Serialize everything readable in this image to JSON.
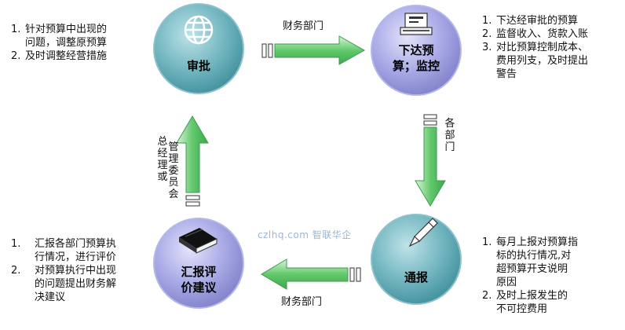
{
  "nodes": {
    "approve": {
      "title": "审批"
    },
    "issue": {
      "title_line1": "下达预",
      "title_line2": "算；监控"
    },
    "report": {
      "title": "通报"
    },
    "evaluate": {
      "title_line1": "汇报评",
      "title_line2": "价建议"
    }
  },
  "notes": {
    "approve": [
      {
        "num": "1.",
        "line1": "针对预算中出现的",
        "line2": "问题，调整原预算"
      },
      {
        "num": "2.",
        "line1": "及时调整经营措施",
        "line2": ""
      }
    ],
    "issue": [
      {
        "num": "1.",
        "line1": "下达经审批的预算",
        "line2": ""
      },
      {
        "num": "2.",
        "line1": "监督收入、货款入账",
        "line2": ""
      },
      {
        "num": "3.",
        "line1": "对比预算控制成本、",
        "line2": "费用列支，及时提出",
        "line3": "警告"
      }
    ],
    "report": [
      {
        "num": "1.",
        "line1": "每月上报对预算指",
        "line2": "标的执行情况,对",
        "line3": "超预算开支说明",
        "line4": "原因"
      },
      {
        "num": "2.",
        "line1": "及时上报发生的",
        "line2": "不可控费用"
      }
    ],
    "evaluate": [
      {
        "num": "1.",
        "line1": "汇报各部门预算执",
        "line2": "行情况，进行评价"
      },
      {
        "num": "2.",
        "line1": "对预算执行中出现",
        "line2": "的问题提出财务解",
        "line3": "决建议"
      }
    ]
  },
  "arrows": {
    "top": {
      "label": "财务部门"
    },
    "right": {
      "label_chars": [
        "各",
        "部",
        "门"
      ]
    },
    "bottom": {
      "label": "财务部门"
    },
    "left": {
      "label_col1": [
        "管",
        "理",
        "委",
        "员",
        "会"
      ],
      "label_col2": [
        "总",
        "经",
        "理",
        "或"
      ]
    }
  },
  "watermark": "czlhq.com   智联华企",
  "colors": {
    "node_teal": "#5aa7b3",
    "node_purple": "#9a9bd8",
    "arrow_green": "#55c46a"
  }
}
